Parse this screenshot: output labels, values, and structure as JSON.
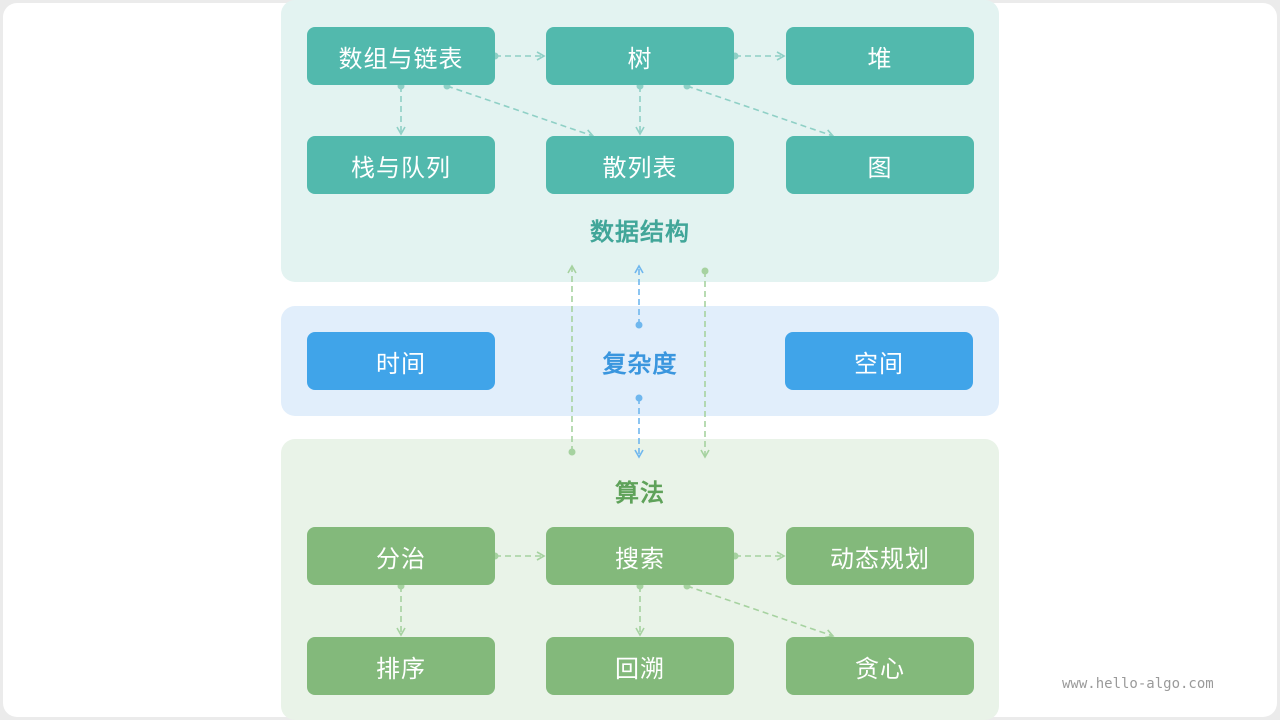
{
  "data_structures": {
    "label": "数据结构",
    "nodes": {
      "array_list": "数组与链表",
      "tree": "树",
      "heap": "堆",
      "stack_queue": "栈与队列",
      "hash_table": "散列表",
      "graph": "图"
    }
  },
  "complexity": {
    "label": "复杂度",
    "nodes": {
      "time": "时间",
      "space": "空间"
    }
  },
  "algorithms": {
    "label": "算法",
    "nodes": {
      "divide_conquer": "分治",
      "search": "搜索",
      "dynamic_programming": "动态规划",
      "sorting": "排序",
      "backtracking": "回溯",
      "greedy": "贪心"
    }
  },
  "watermark": "www.hello-algo.com",
  "colors": {
    "ds_box": "#52b9ad",
    "complexity_box": "#40a4e9",
    "algo_box": "#83b97b"
  }
}
